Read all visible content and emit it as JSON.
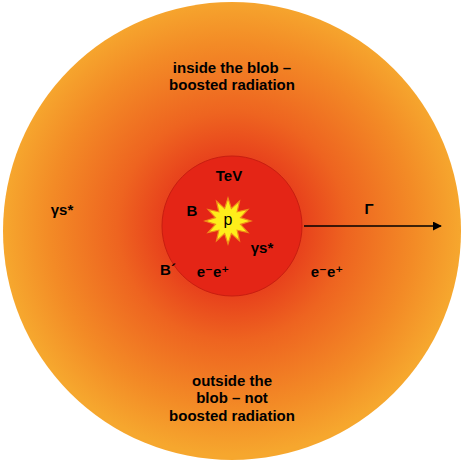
{
  "diagram": {
    "nodes": [
      {
        "text": [
          "inside the blob – boosted radiation",
          "γs*",
          "B´",
          "e⁻e⁺",
          "outside the blob – not boosted radiation"
        ]
      },
      {
        "text": [
          "TeV",
          "B",
          "γs*",
          "e⁻e⁺"
        ],
        "in": 0
      },
      {
        "text": [
          "p"
        ],
        "in": 1
      }
    ],
    "labels": [
      "Γ"
    ]
  }
}
